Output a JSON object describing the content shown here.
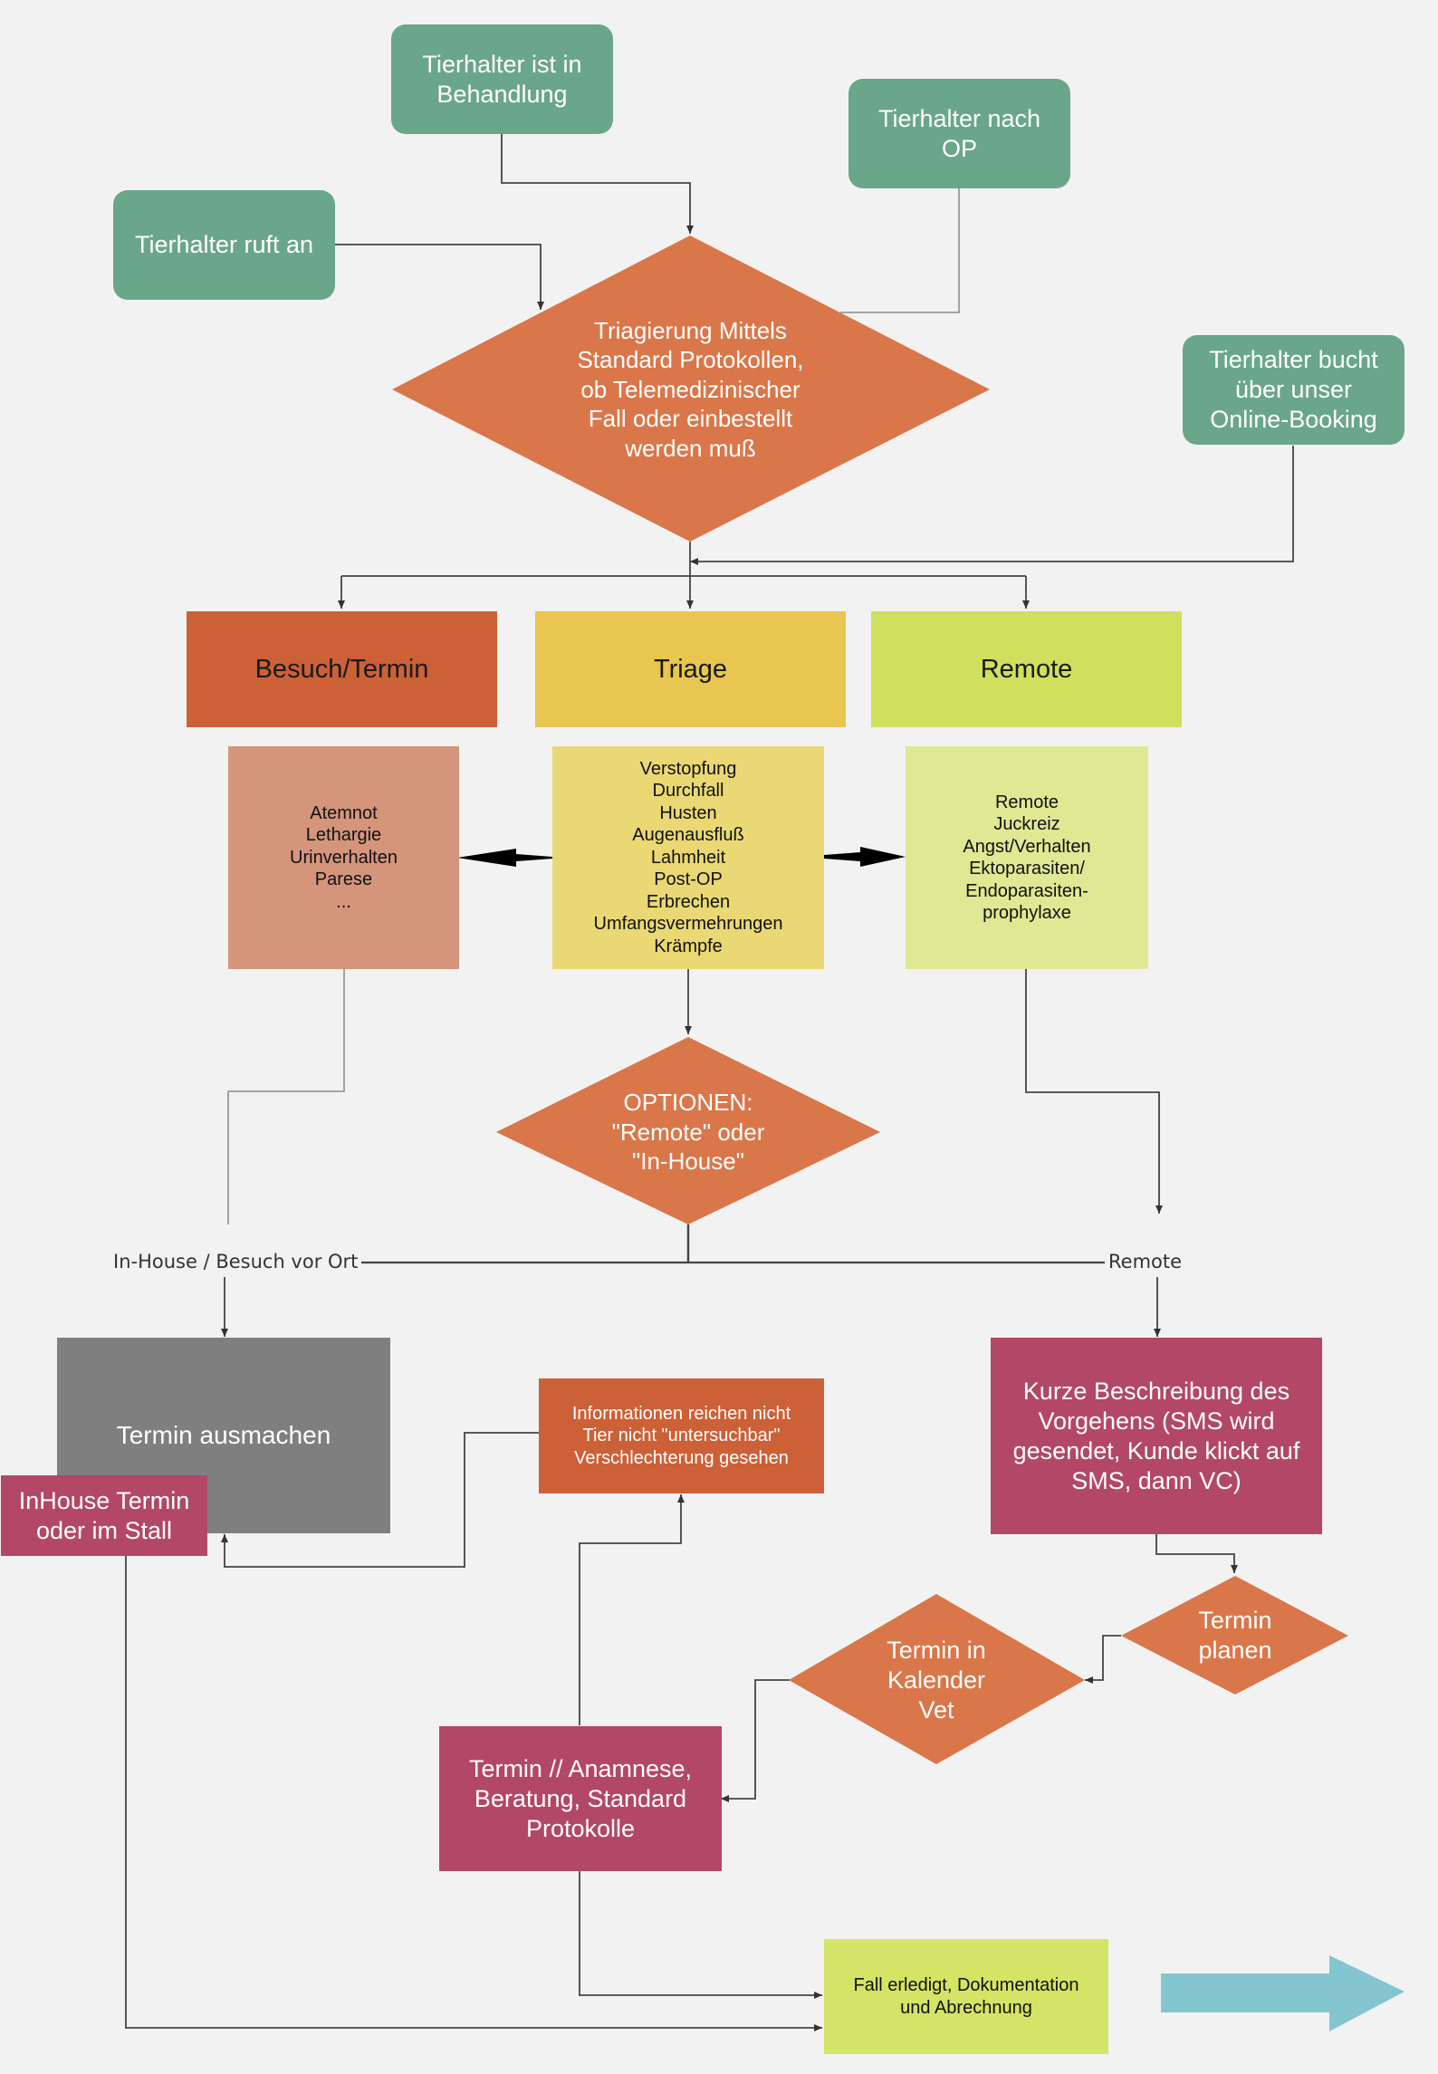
{
  "start_nodes": {
    "in_behandlung": "Tierhalter ist in\nBehandlung",
    "nach_op": "Tierhalter nach\nOP",
    "ruft_an": "Tierhalter ruft an",
    "online_booking": "Tierhalter bucht\nüber unser\nOnline-Booking"
  },
  "triage_decision": "Triagierung Mittels\nStandard Protokollen,\nob Telemedizinischer\nFall oder einbestellt\nwerden muß",
  "categories": {
    "besuch": "Besuch/Termin",
    "triage": "Triage",
    "remote": "Remote"
  },
  "symptom_lists": {
    "besuch": "Atemnot\nLethargie\nUrinverhalten\nParese\n...",
    "triage": "Verstopfung\nDurchfall\nHusten\nAugenausfluß\nLahmheit\nPost-OP\nErbrechen\nUmfangsvermehrungen\nKrämpfe",
    "remote": "Remote\nJuckreiz\nAngst/Verhalten\nEktoparasiten/\nEndoparasiten-\nprophylaxe"
  },
  "options_decision": "OPTIONEN:\n\"Remote\" oder\n\"In-House\"",
  "branch_labels": {
    "inhouse": "In-House / Besuch vor Ort",
    "remote": "Remote"
  },
  "termin_ausmachen": "Termin ausmachen",
  "inhouse_termin": "InHouse Termin\noder im Stall",
  "info_nicht_ausreichend": "Informationen reichen nicht\nTier nicht \"untersuchbar\"\nVerschlechterung gesehen",
  "kurze_beschreibung": "Kurze Beschreibung des\nVorgehens (SMS wird\ngesendet, Kunde klickt auf\nSMS, dann VC)",
  "termin_planen": "Termin\nplanen",
  "termin_kalender": "Termin in\nKalender\nVet",
  "termin_anamnese": "Termin // Anamnese,\nBeratung, Standard\nProtokolle",
  "fall_erledigt": "Fall erledigt, Dokumentation\nund Abrechnung",
  "colors": {
    "start_green": "#6aa68a",
    "decision_orange": "#d9774a",
    "besuch": "#cc6037",
    "triage": "#e8c64f",
    "remote": "#cfe05d",
    "besuch_light": "#d4957b",
    "triage_light": "#ead874",
    "remote_light": "#dfe893",
    "termin_grey": "#7f7f7f",
    "magenta": "#b24766",
    "info_orange": "#cc6037",
    "fall_green": "#d4e466",
    "next_arrow": "#84c6d0"
  },
  "icons": {
    "next": "right-arrow-icon"
  }
}
